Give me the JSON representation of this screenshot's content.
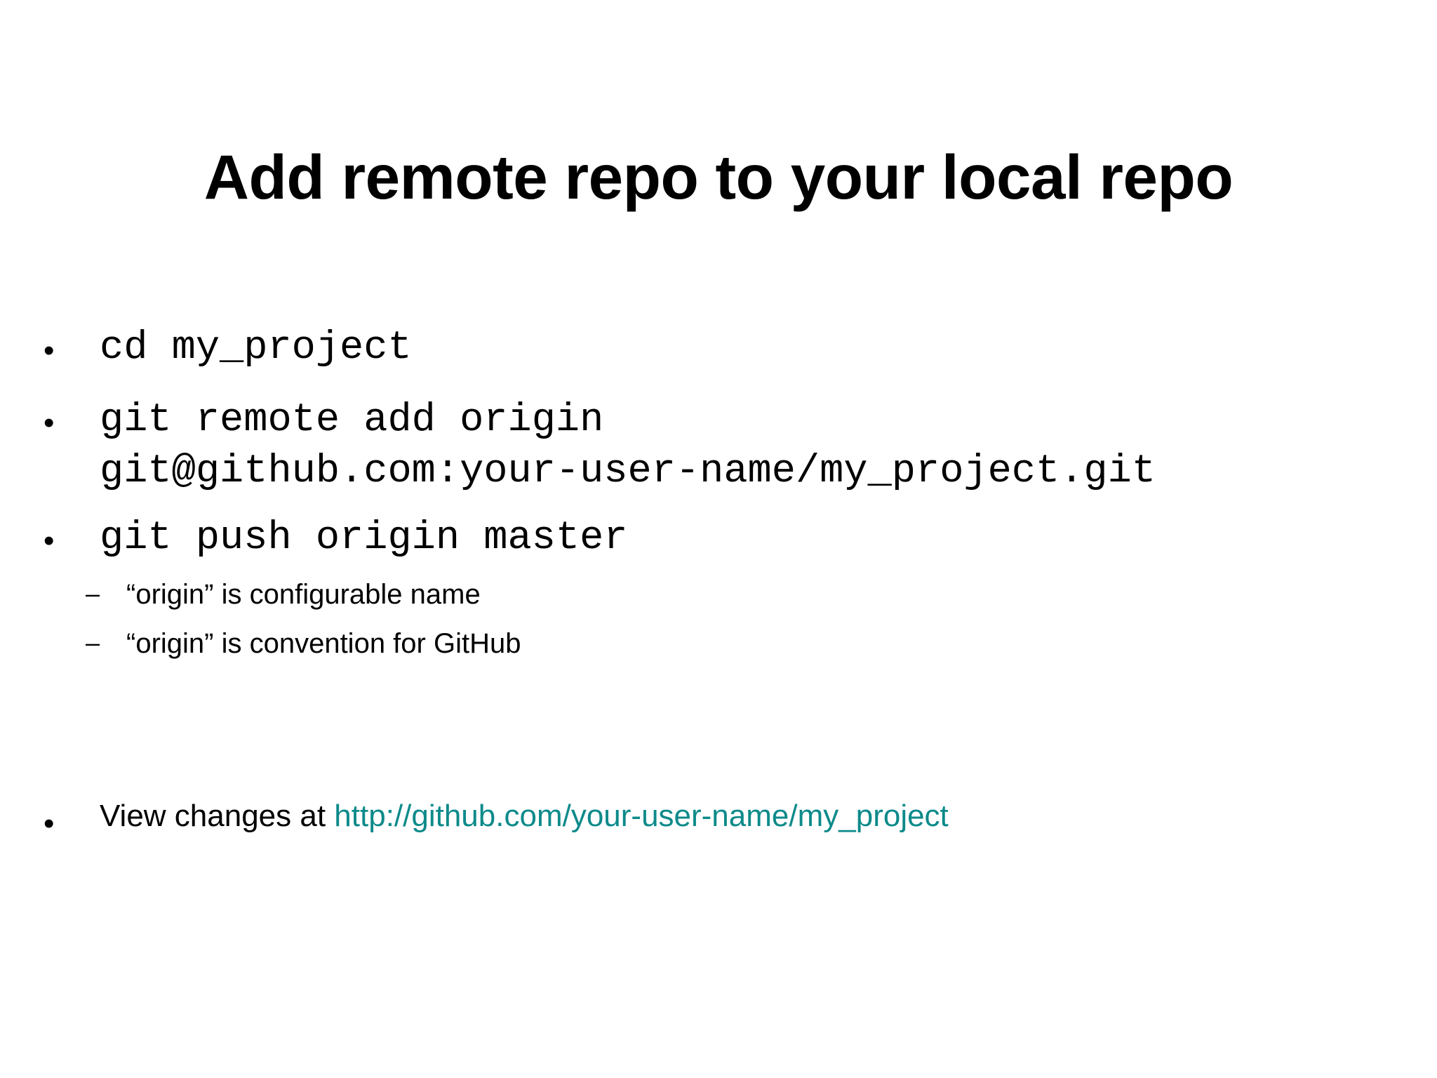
{
  "slide": {
    "title": "Add remote repo to your local repo",
    "background_color": "#ffffff",
    "text_color": "#000000",
    "accent_color": "#0d8a8a",
    "bullet_marker": "•",
    "dash_marker": "–"
  },
  "bullets": {
    "item1": {
      "marker": "•",
      "text": "cd my_project"
    },
    "item2": {
      "marker": "•",
      "command": "git remote add origin",
      "url": "git@github.com:your-user-name/my_project.git"
    },
    "item3": {
      "marker": "•",
      "text": "git push origin master"
    },
    "sub1": {
      "marker": "–",
      "text": "“origin” is configurable name"
    },
    "sub2": {
      "marker": "–",
      "text": "“origin” is convention for GitHub"
    },
    "item4": {
      "marker": "•",
      "prefix": "View changes at ",
      "link": "http://github.com/your-user-name/my_project"
    }
  }
}
